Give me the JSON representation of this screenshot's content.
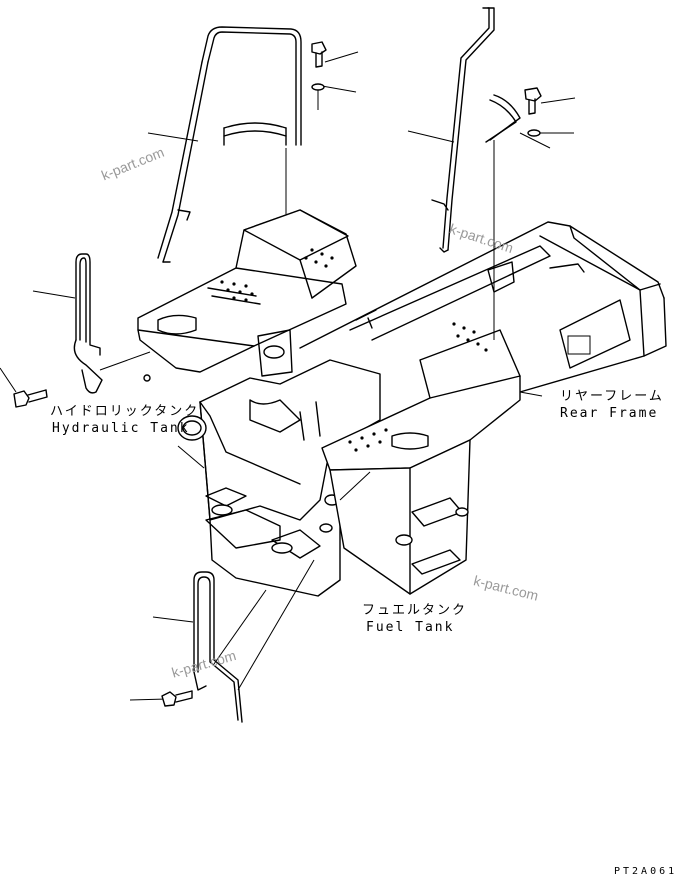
{
  "labels": {
    "hydraulic_tank_jp": "ハイドロリックタンク",
    "hydraulic_tank_en": "Hydraulic Tank",
    "rear_frame_jp": "リヤーフレーム",
    "rear_frame_en": "Rear Frame",
    "fuel_tank_jp": "フュエルタンク",
    "fuel_tank_en": "Fuel Tank"
  },
  "watermark": "k-part.com",
  "drawing_code": "PT2A061"
}
